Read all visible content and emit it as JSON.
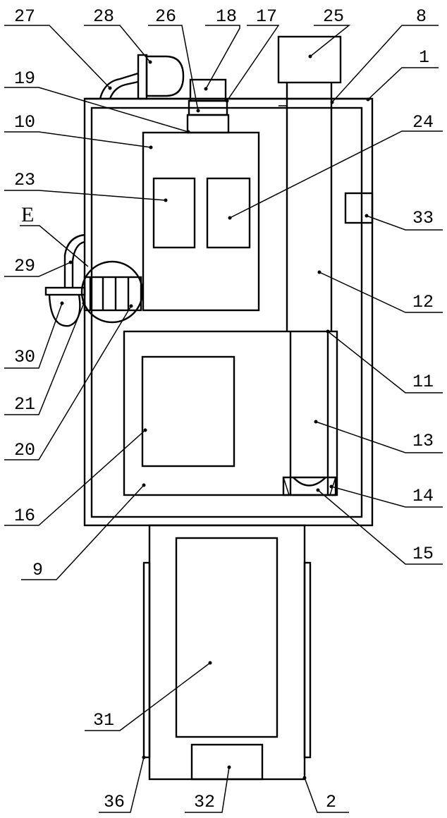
{
  "figure": {
    "callouts": [
      {
        "id": "c27",
        "label": "27"
      },
      {
        "id": "c28",
        "label": "28"
      },
      {
        "id": "c26",
        "label": "26"
      },
      {
        "id": "c18",
        "label": "18"
      },
      {
        "id": "c17",
        "label": "17"
      },
      {
        "id": "c25",
        "label": "25"
      },
      {
        "id": "c8",
        "label": "8"
      },
      {
        "id": "c1",
        "label": "1"
      },
      {
        "id": "c19",
        "label": "19"
      },
      {
        "id": "c10",
        "label": "10"
      },
      {
        "id": "c24",
        "label": "24"
      },
      {
        "id": "c23",
        "label": "23"
      },
      {
        "id": "cE",
        "label": "E"
      },
      {
        "id": "c33",
        "label": "33"
      },
      {
        "id": "c29",
        "label": "29"
      },
      {
        "id": "c12",
        "label": "12"
      },
      {
        "id": "c30",
        "label": "30"
      },
      {
        "id": "c11",
        "label": "11"
      },
      {
        "id": "c21",
        "label": "21"
      },
      {
        "id": "c13",
        "label": "13"
      },
      {
        "id": "c20",
        "label": "20"
      },
      {
        "id": "c14",
        "label": "14"
      },
      {
        "id": "c16",
        "label": "16"
      },
      {
        "id": "c15",
        "label": "15"
      },
      {
        "id": "c9",
        "label": "9"
      },
      {
        "id": "c31",
        "label": "31"
      },
      {
        "id": "c36",
        "label": "36"
      },
      {
        "id": "c32",
        "label": "32"
      },
      {
        "id": "c2",
        "label": "2"
      }
    ]
  }
}
